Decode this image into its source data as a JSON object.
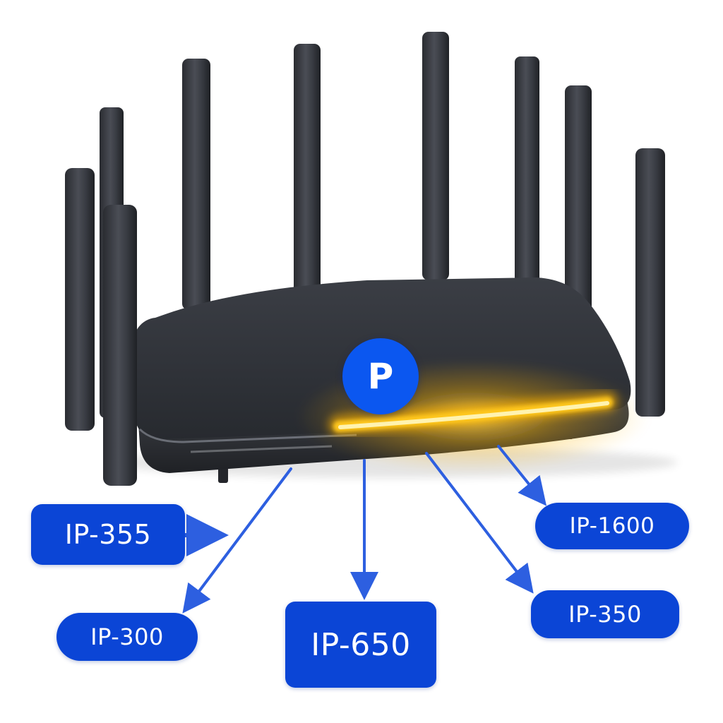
{
  "badge": {
    "letter": "P",
    "color": "#0b57f0"
  },
  "labels": {
    "ip355": "IP-355",
    "ip300": "IP-300",
    "ip650": "IP-650",
    "ip1600": "IP-1600",
    "ip350": "IP-350"
  },
  "colors": {
    "label_blue": "#0b45d6",
    "arrow_blue": "#2d5fe0",
    "router_body": "#2e3138",
    "led_glow": "#ffc21a"
  },
  "device": {
    "antenna_count": 9,
    "icon": "wifi-router-icon"
  }
}
